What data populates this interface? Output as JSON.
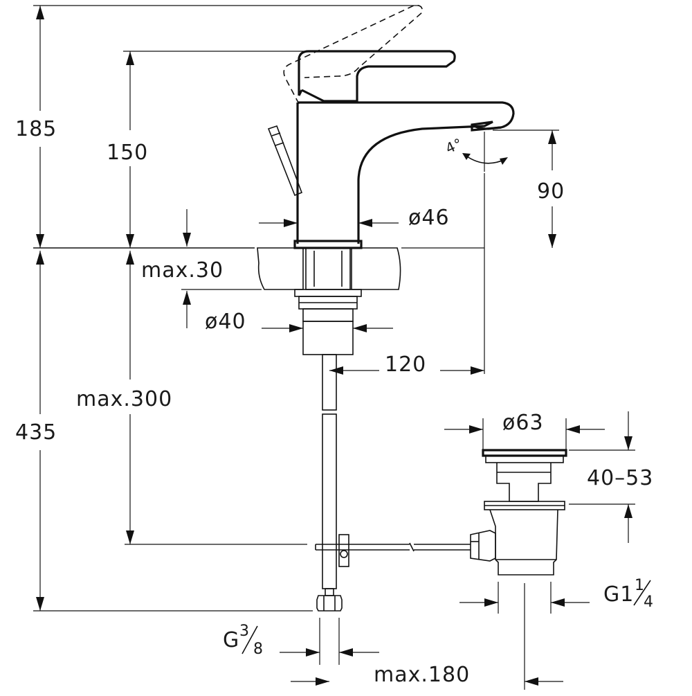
{
  "dimensions": {
    "total_height_lever_open": "185",
    "height_to_lever_top": "150",
    "spout_outlet_height": "90",
    "body_diameter": "ø46",
    "deck_thickness": "max.30",
    "shank_diameter": "ø40",
    "spout_reach": "120",
    "hose_length": "max.300",
    "below_deck_length": "435",
    "waste_plug_diameter": "ø63",
    "waste_height_range": "40–53",
    "waste_thread": "G1",
    "waste_thread_fraction": "1/4",
    "supply_thread": "G",
    "supply_thread_fraction": "3/8",
    "waste_offset": "max.180",
    "spout_swivel": "4°"
  }
}
